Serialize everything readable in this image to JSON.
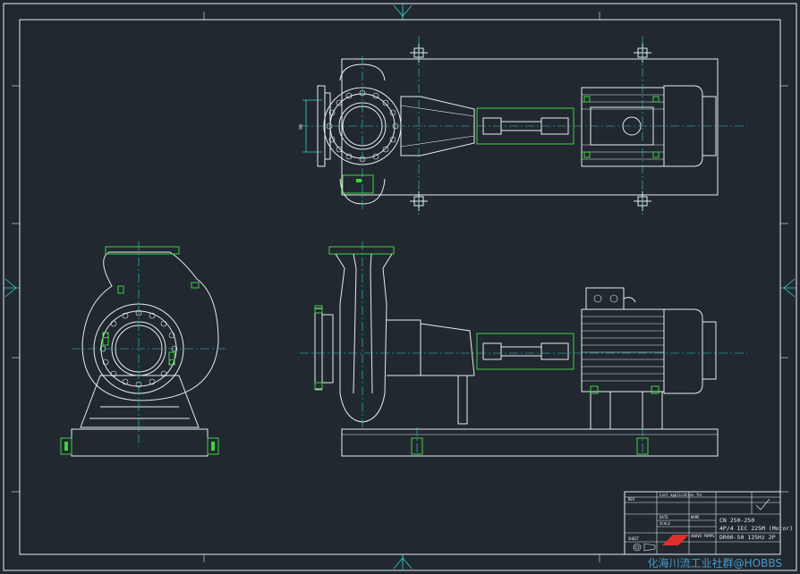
{
  "drawing": {
    "frame_color": "#e8ecef",
    "centerline_color": "#2fd2c8",
    "highlight_color": "#3fd23f",
    "background": "#212830"
  },
  "top_view": {
    "dimension_label": "90"
  },
  "title_block": {
    "model": "CN 250-250",
    "motor": "4P/4 IEC 225M (Motor)",
    "drawing_no": "DR00-50  125Hz 2P",
    "company_line1": "ANOVO PUMPS",
    "small_lines": [
      "Last application for",
      "REV",
      "DATE",
      "NAME",
      "SCALE",
      "SHEET"
    ]
  },
  "watermark": "化海川流工业社群@HOBBS",
  "icons": [
    "logo-icon",
    "projection-symbol-icon"
  ]
}
